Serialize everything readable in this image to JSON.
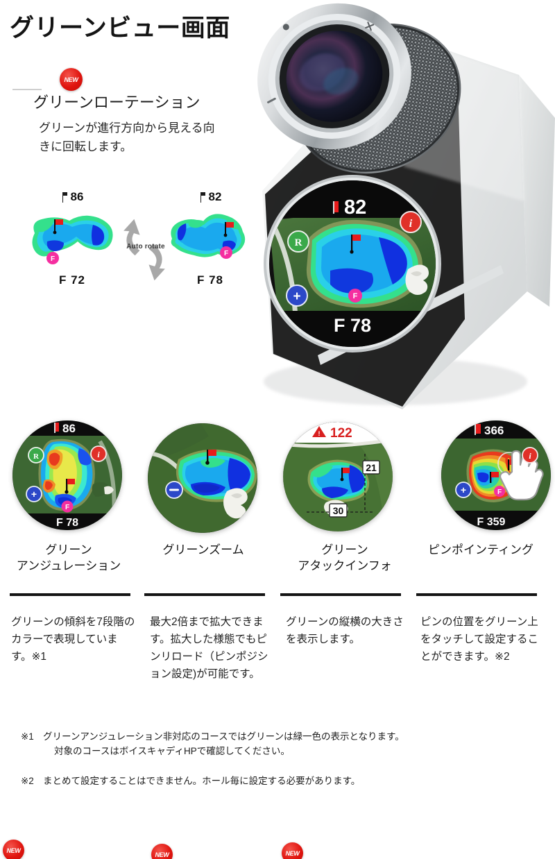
{
  "header": {
    "title": "グリーンビュー画面"
  },
  "feature_highlight": {
    "badge": "NEW",
    "title": "グリーンローテーション",
    "description": "グリーンが進行方向から見える向きに回転します。"
  },
  "rotation_diagram": {
    "label": "Auto rotate",
    "before": {
      "pin_distance": "86",
      "front_distance": "F 72"
    },
    "after": {
      "pin_distance": "82",
      "front_distance": "F 78"
    }
  },
  "device_screen": {
    "pin_distance": "82",
    "front_distance": "F 78",
    "buttons": [
      {
        "name": "rotate-button",
        "label": "R",
        "color": "#3aa94a"
      },
      {
        "name": "info-button",
        "label": "i",
        "color": "#e03028"
      },
      {
        "name": "zoom-in-button",
        "label": "+",
        "color": "#2c48c8"
      }
    ],
    "front_marker": "F"
  },
  "features": [
    {
      "id": "green-undulation",
      "badge": "NEW",
      "label": "グリーン\nアンジュレーション",
      "label_line1": "グリーン",
      "label_line2": "アンジュレーション",
      "description": "グリーンの傾斜を7段階のカラーで表現しています。※1",
      "screen": {
        "pin_distance": "86",
        "front_distance": "F 78",
        "buttons": [
          "R",
          "i",
          "+"
        ],
        "front_marker": "F"
      }
    },
    {
      "id": "green-zoom",
      "badge": "NEW",
      "label_line1": "グリーンズーム",
      "label_line2": "",
      "description": "最大2倍まで拡大できます。拡大した様態でもピンリロード（ピンポジション設定)が可能です。",
      "screen": {
        "buttons": [
          "−"
        ]
      }
    },
    {
      "id": "green-attack-info",
      "badge": "NEW",
      "label_line1": "グリーン",
      "label_line2": "アタックインフォ",
      "description": "グリーンの縦横の大きさを表示します。",
      "screen": {
        "hazard_distance": "122",
        "depth": "21",
        "width": "30"
      }
    },
    {
      "id": "pin-pointing",
      "badge": "",
      "label_line1": "ピンポインティング",
      "label_line2": "",
      "description": "ピンの位置をグリーン上をタッチして設定することができます。※2",
      "screen": {
        "pin_distance": "366",
        "front_distance": "F 359",
        "buttons": [
          "i",
          "+"
        ],
        "front_marker": "F"
      }
    }
  ],
  "footnotes": [
    {
      "mark": "※1",
      "line1": "グリーンアンジュレーション非対応のコースではグリーンは緑一色の表示となります。",
      "line2": "対象のコースはボイスキャディHPで確認してください。"
    },
    {
      "mark": "※2",
      "line1": "まとめて設定することはできません。ホール毎に設定する必要があります。",
      "line2": ""
    }
  ],
  "colors": {
    "badge_red": "#e0150f",
    "button_green": "#3aa94a",
    "button_red": "#e03028",
    "button_blue": "#2c48c8",
    "marker_pink": "#f52fa0",
    "flag_red": "#e81c1c",
    "rule_black": "#141414"
  }
}
